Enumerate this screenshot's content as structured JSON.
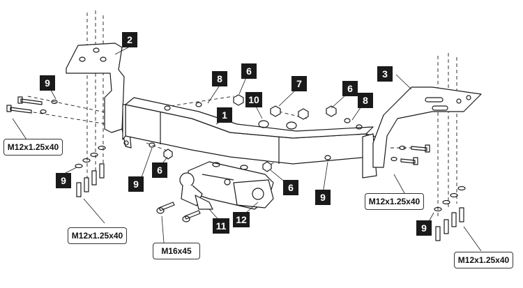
{
  "callouts": {
    "c1": "1",
    "c2": "2",
    "c3": "3",
    "c6a": "6",
    "c6b": "6",
    "c6c": "6",
    "c6d": "6",
    "c7": "7",
    "c8a": "8",
    "c8b": "8",
    "c9a": "9",
    "c9b": "9",
    "c9c": "9",
    "c9d": "9",
    "c9e": "9",
    "c10": "10",
    "c11": "11",
    "c12": "12"
  },
  "specs": {
    "left_side": "M12x1.25x40",
    "left_bottom": "M12x1.25x40",
    "ball": "M16x45",
    "right_side": "M12x1.25x40",
    "right_bottom": "M12x1.25x40"
  },
  "colors": {
    "line": "#1a1a1a",
    "label_bg": "#1a1a1a",
    "label_text": "#ffffff"
  }
}
